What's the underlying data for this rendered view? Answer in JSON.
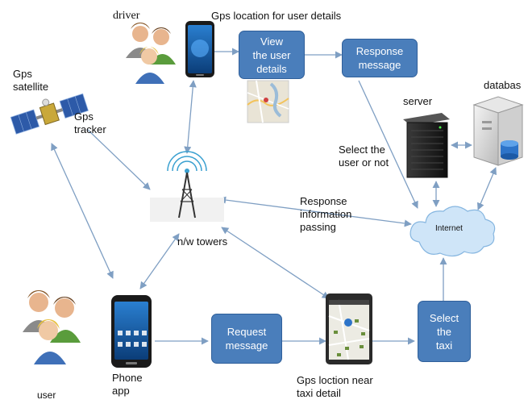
{
  "labels": {
    "driver": "driver",
    "gps_location_user_details": "Gps location for user details",
    "gps_satellite": "Gps\nsatellite",
    "gps_tracker": "Gps\ntracker",
    "server": "server",
    "database": "databas",
    "select_user_or_not": "Select the\nuser or not",
    "response_information_passing": "Response\ninformation\npassing",
    "nw_towers": "n/w towers",
    "internet": "Internet",
    "user": "user",
    "phone_app": "Phone\napp",
    "gps_location_near_taxi": "Gps loction near\ntaxi detail"
  },
  "boxes": {
    "view_user_details": "View\nthe user\ndetails",
    "response_message": "Response\nmessage",
    "request_message": "Request\nmessage",
    "select_taxi": "Select\nthe\ntaxi"
  },
  "colors": {
    "box_fill": "#4a7ebb",
    "arrow": "#7f9fc3",
    "cloud": "#cfe5f8"
  }
}
